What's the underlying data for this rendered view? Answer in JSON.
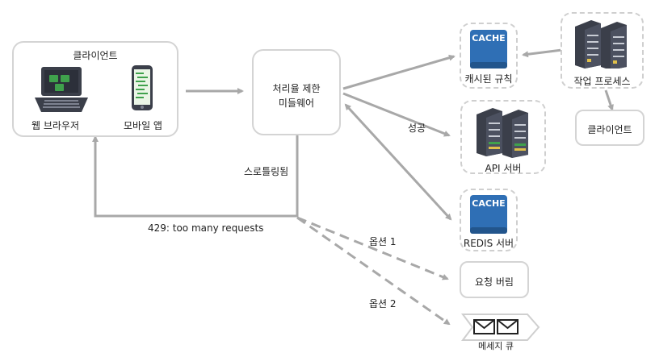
{
  "client_group": {
    "title": "클라이언트",
    "web": "웹 브라우저",
    "mobile": "모바일 앱"
  },
  "middleware": {
    "line1": "처리율 제한",
    "line2": "미들웨어"
  },
  "cache": {
    "badge": "CACHE",
    "label": "캐시된 규칙"
  },
  "workers": {
    "label": "작업 프로세스"
  },
  "client_right": {
    "label": "클라이언트"
  },
  "api": {
    "label": "API 서버"
  },
  "redis": {
    "badge": "CACHE",
    "label": "REDIS 서버"
  },
  "edges": {
    "success": "성공",
    "throttled": "스로틀링됨",
    "too_many": "429: too many requests",
    "option1": "옵션 1",
    "option2": "옵션 2"
  },
  "drop": {
    "label": "요청 버림"
  },
  "queue": {
    "label": "메세지 큐"
  },
  "colors": {
    "arrow": "#a8a8a8",
    "cache_blue": "#2f6fb5",
    "server_dark": "#3b3f4a",
    "laptop_green": "#3fa14c"
  }
}
